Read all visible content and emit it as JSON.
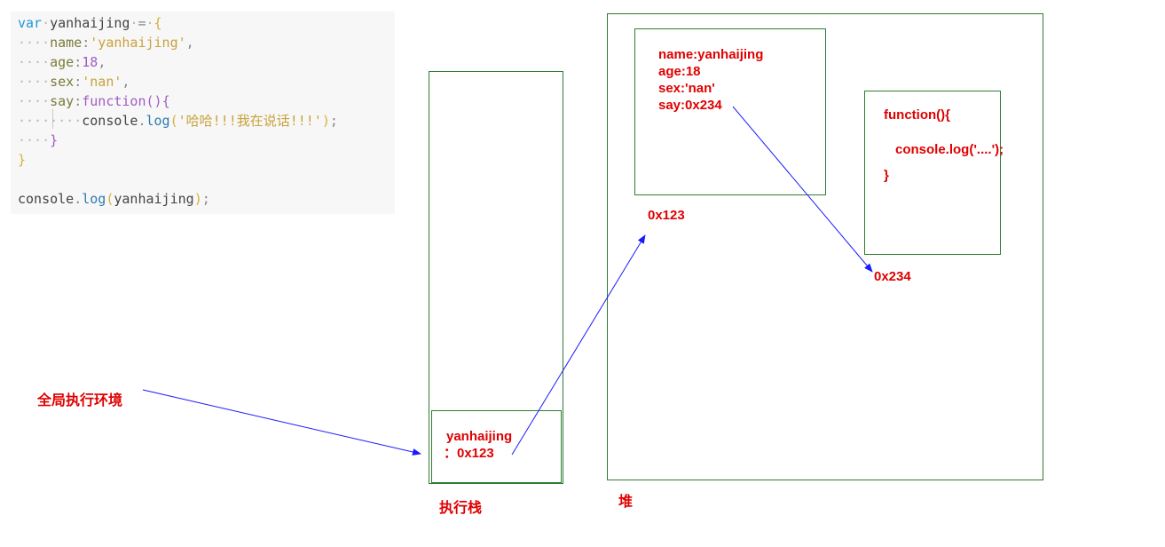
{
  "code": {
    "line1": {
      "kw": "var",
      "name": "yanhaijing",
      "eq": "=",
      "brace": "{"
    },
    "line2": {
      "key": "name",
      "value": "'yanhaijing'"
    },
    "line3": {
      "key": "age",
      "value": "18"
    },
    "line4": {
      "key": "sex",
      "value": "'nan'"
    },
    "line5": {
      "key": "say",
      "fn": "function",
      "parens": "()",
      "brace": "{"
    },
    "line6": {
      "obj": "console",
      "method": "log",
      "arg": "'哈哈!!!我在说话!!!'"
    },
    "line7": {
      "brace": "}"
    },
    "line8": {
      "brace": "}"
    },
    "line9": {
      "obj": "console",
      "method": "log",
      "arg": "yanhaijing"
    }
  },
  "stack": {
    "label": "执行栈",
    "global_label": "全局执行环境",
    "var_name": "yanhaijing",
    "var_value": "：0x123"
  },
  "heap": {
    "label": "堆",
    "object": {
      "name_line": "name:yanhaijing",
      "age_line": "age:18",
      "sex_line": "sex:'nan'",
      "say_line": "say:0x234"
    },
    "object_address": "0x123",
    "function": {
      "line1": "function(){",
      "line2": "console.log('....');",
      "line3": "}"
    },
    "function_address": "0x234"
  },
  "colors": {
    "text": "#e00000",
    "box": "#2e7d32",
    "arrow": "#1a1aff"
  }
}
